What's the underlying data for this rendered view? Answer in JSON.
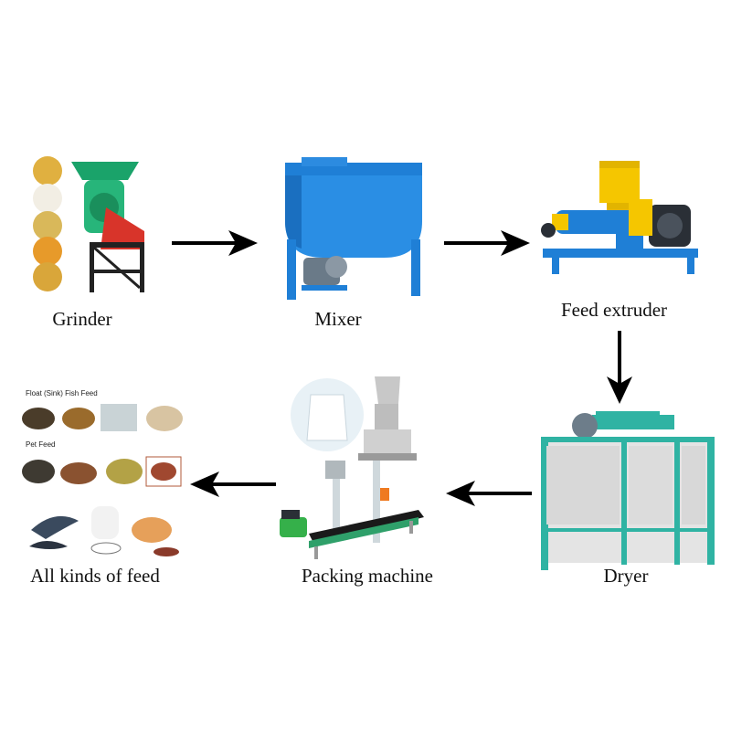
{
  "stages": {
    "grinder": {
      "label": "Grinder"
    },
    "mixer": {
      "label": "Mixer"
    },
    "extruder": {
      "label": "Feed extruder"
    },
    "dryer": {
      "label": "Dryer"
    },
    "packing": {
      "label": "Packing machine"
    },
    "feeds": {
      "label": "All kinds of feed",
      "fish_caption": "Float (Sink) Fish Feed",
      "pet_caption": "Pet Feed"
    }
  },
  "colors": {
    "machine_blue": "#1f7fd6",
    "extruder_yellow": "#f5c600",
    "grinder_green": "#1aa36a",
    "grinder_red": "#d8342a",
    "dryer_panel": "#e4e4e4",
    "dryer_frame": "#2fb3a3",
    "arrow": "#000000"
  },
  "flow": [
    "grinder-to-mixer",
    "mixer-to-extruder",
    "extruder-to-dryer",
    "dryer-to-packing",
    "packing-to-feeds"
  ]
}
